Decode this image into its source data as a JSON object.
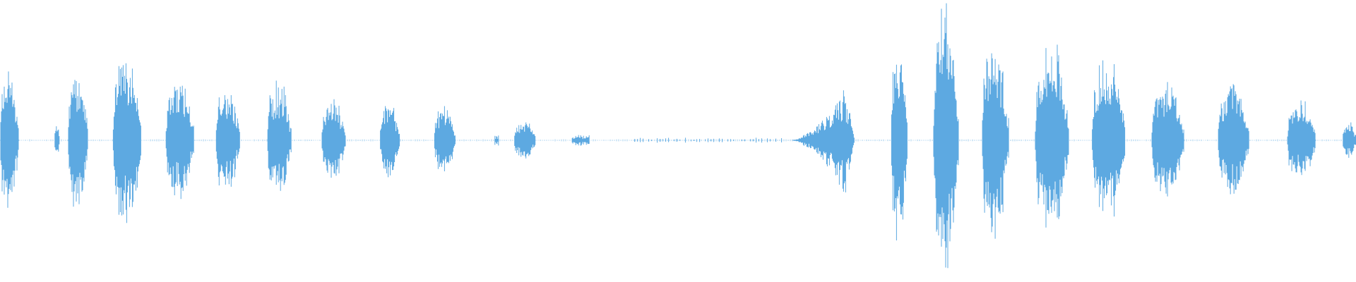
{
  "waveform": {
    "color": "#5DA9E1",
    "background": "#FFFFFF",
    "amplitude_scale": 0.5,
    "segments": [
      {
        "start": 0.0,
        "end": 0.014,
        "peak": 0.48,
        "shape": "burst"
      },
      {
        "start": 0.04,
        "end": 0.044,
        "peak": 0.12,
        "shape": "burst"
      },
      {
        "start": 0.05,
        "end": 0.065,
        "peak": 0.55,
        "shape": "burst"
      },
      {
        "start": 0.083,
        "end": 0.104,
        "peak": 0.64,
        "shape": "burst"
      },
      {
        "start": 0.122,
        "end": 0.143,
        "peak": 0.44,
        "shape": "burst"
      },
      {
        "start": 0.159,
        "end": 0.177,
        "peak": 0.38,
        "shape": "burst"
      },
      {
        "start": 0.197,
        "end": 0.215,
        "peak": 0.4,
        "shape": "burst"
      },
      {
        "start": 0.237,
        "end": 0.255,
        "peak": 0.3,
        "shape": "burst"
      },
      {
        "start": 0.28,
        "end": 0.295,
        "peak": 0.26,
        "shape": "burst"
      },
      {
        "start": 0.32,
        "end": 0.336,
        "peak": 0.24,
        "shape": "burst"
      },
      {
        "start": 0.365,
        "end": 0.368,
        "peak": 0.03,
        "shape": "blip"
      },
      {
        "start": 0.379,
        "end": 0.395,
        "peak": 0.14,
        "shape": "burst"
      },
      {
        "start": 0.422,
        "end": 0.435,
        "peak": 0.04,
        "shape": "blip"
      },
      {
        "start": 0.468,
        "end": 0.58,
        "peak": 0.01,
        "shape": "noise"
      },
      {
        "start": 0.583,
        "end": 0.63,
        "peak": 0.38,
        "shape": "ramp"
      },
      {
        "start": 0.657,
        "end": 0.669,
        "peak": 0.72,
        "shape": "burst"
      },
      {
        "start": 0.688,
        "end": 0.707,
        "peak": 1.0,
        "shape": "burst"
      },
      {
        "start": 0.724,
        "end": 0.744,
        "peak": 0.7,
        "shape": "burst"
      },
      {
        "start": 0.763,
        "end": 0.788,
        "peak": 0.7,
        "shape": "burst"
      },
      {
        "start": 0.805,
        "end": 0.83,
        "peak": 0.58,
        "shape": "burst"
      },
      {
        "start": 0.849,
        "end": 0.873,
        "peak": 0.42,
        "shape": "burst"
      },
      {
        "start": 0.898,
        "end": 0.921,
        "peak": 0.4,
        "shape": "burst"
      },
      {
        "start": 0.949,
        "end": 0.97,
        "peak": 0.28,
        "shape": "burst"
      },
      {
        "start": 0.99,
        "end": 1.0,
        "peak": 0.14,
        "shape": "burst"
      }
    ]
  }
}
